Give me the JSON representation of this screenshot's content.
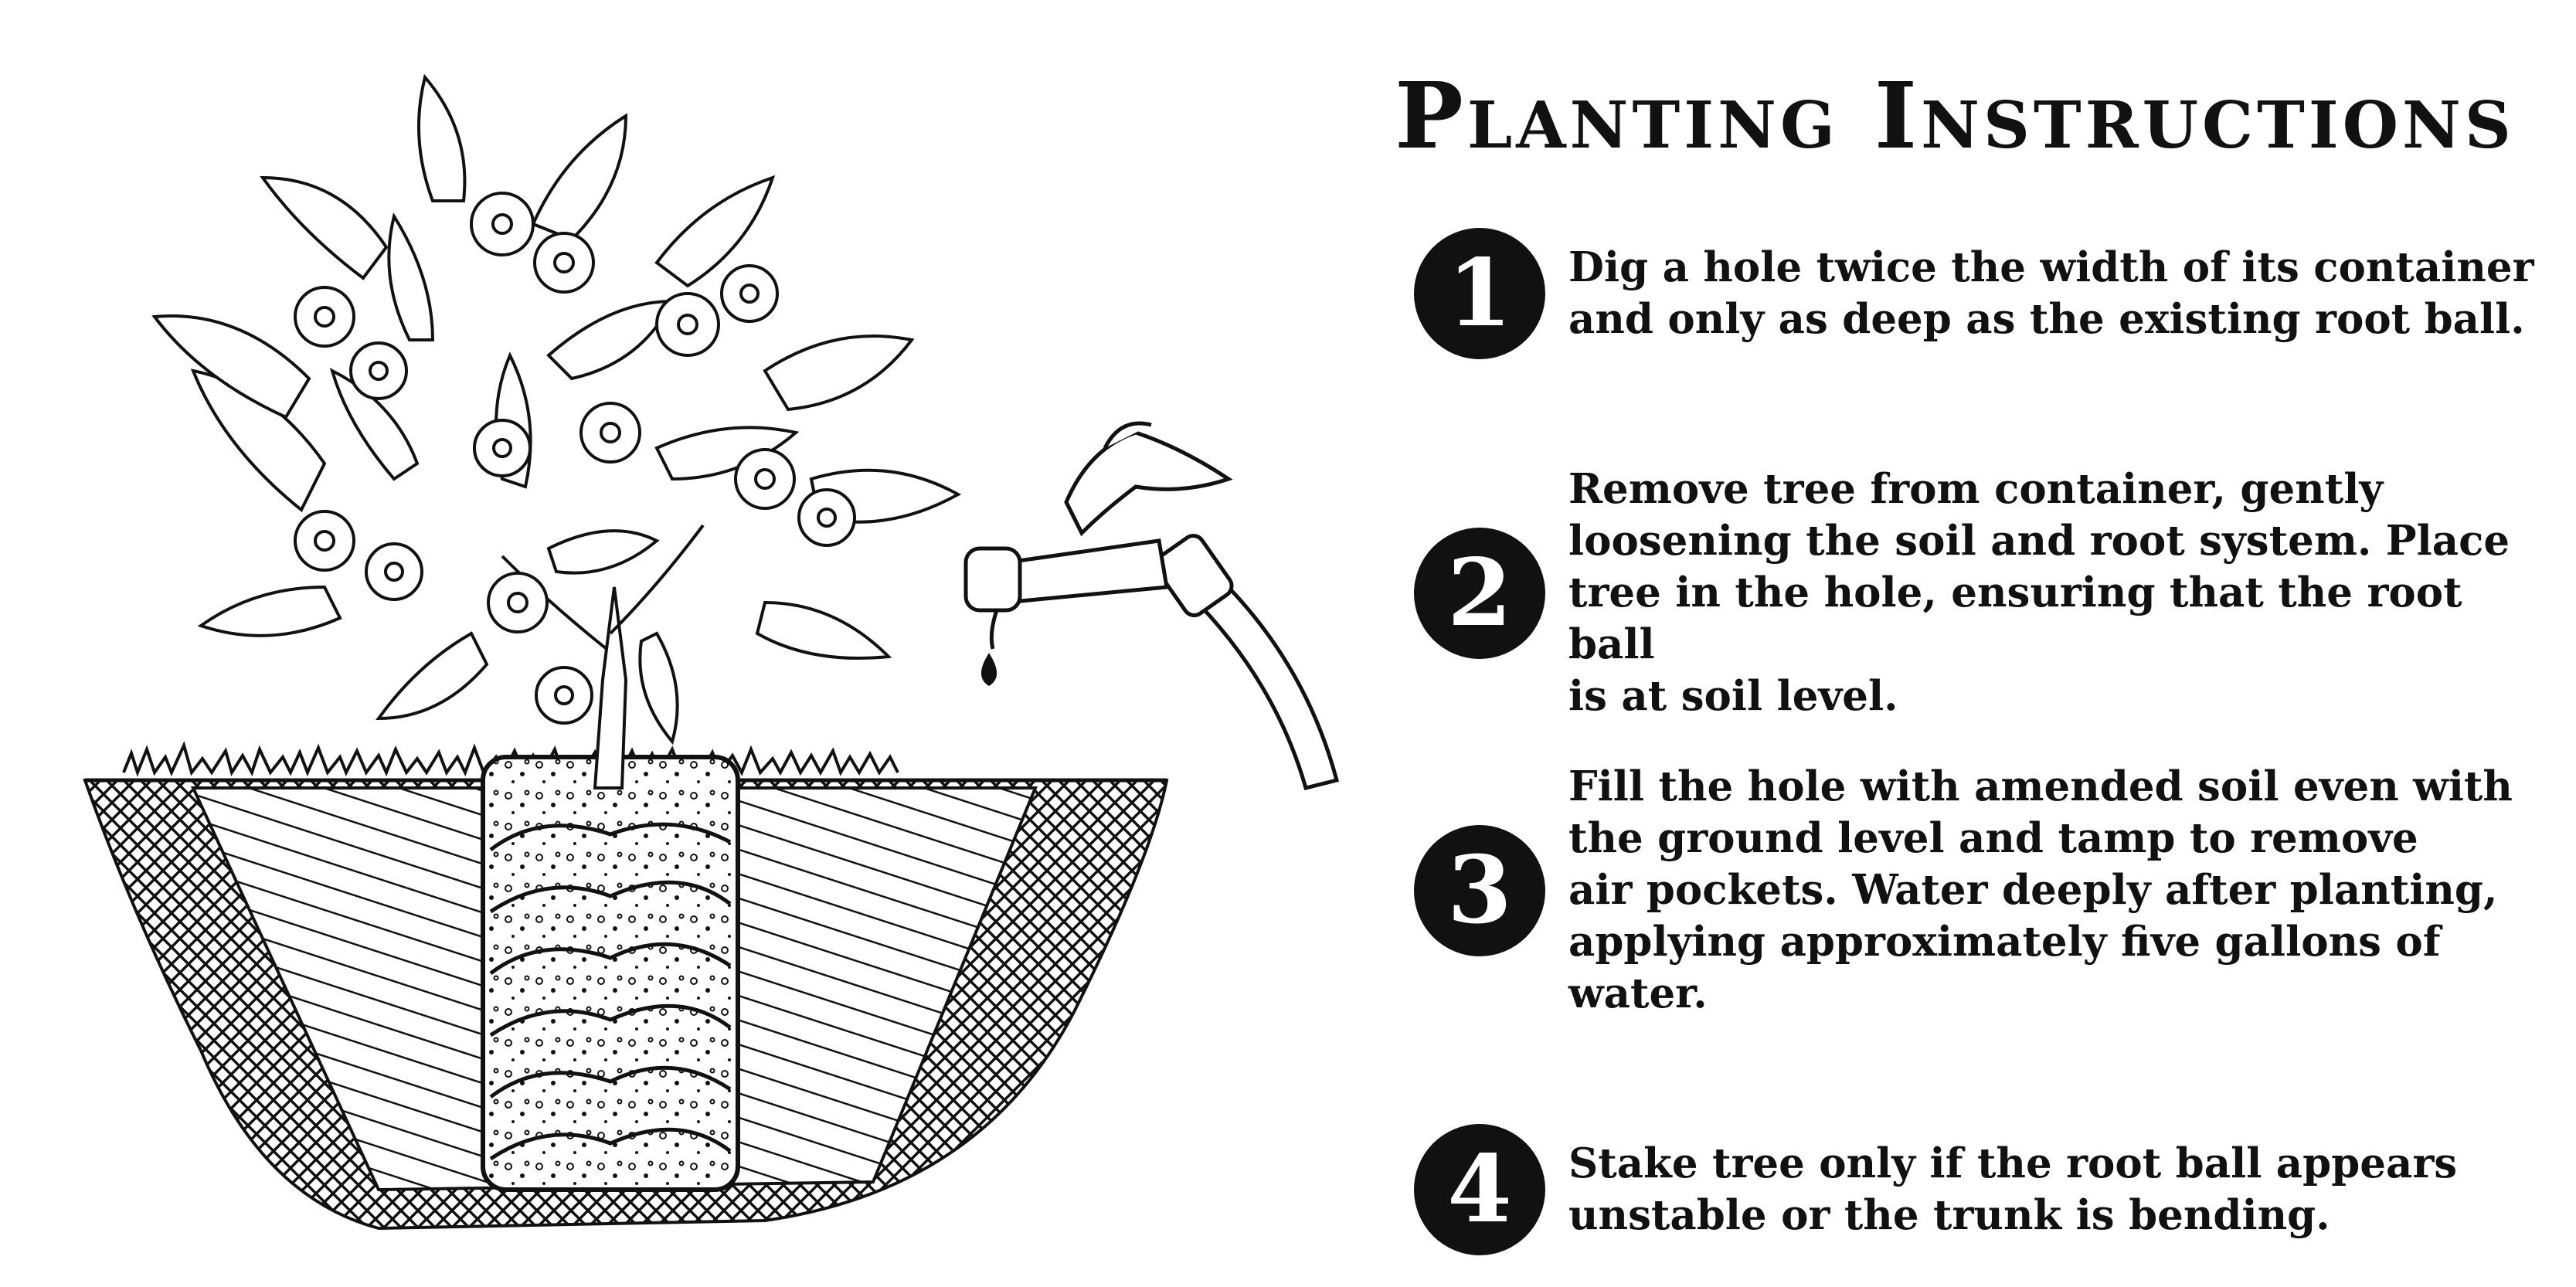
{
  "document": {
    "title": "Planting Instructions",
    "steps": [
      {
        "number": "1",
        "text": "Dig a hole twice the width of its container\nand only as deep as the existing root ball."
      },
      {
        "number": "2",
        "text": "Remove tree from container, gently\nloosening the soil and root system. Place\ntree in the hole, ensuring that the root ball\nis at soil level."
      },
      {
        "number": "3",
        "text": "Fill the hole with amended soil even with\nthe ground level and tamp to remove\nair pockets. Water deeply after planting,\napplying approximately five gallons of\nwater."
      },
      {
        "number": "4",
        "text": "Stake tree only if the root ball appears\nunstable or the trunk is bending."
      }
    ]
  },
  "illustration": {
    "subject": "tree-planting-diagram",
    "icons": [
      "flowering-tree-icon",
      "garden-hose-nozzle-icon",
      "planting-hole-icon",
      "root-ball-icon"
    ],
    "colors": {
      "ink": "#111111",
      "paper": "#ffffff"
    }
  }
}
